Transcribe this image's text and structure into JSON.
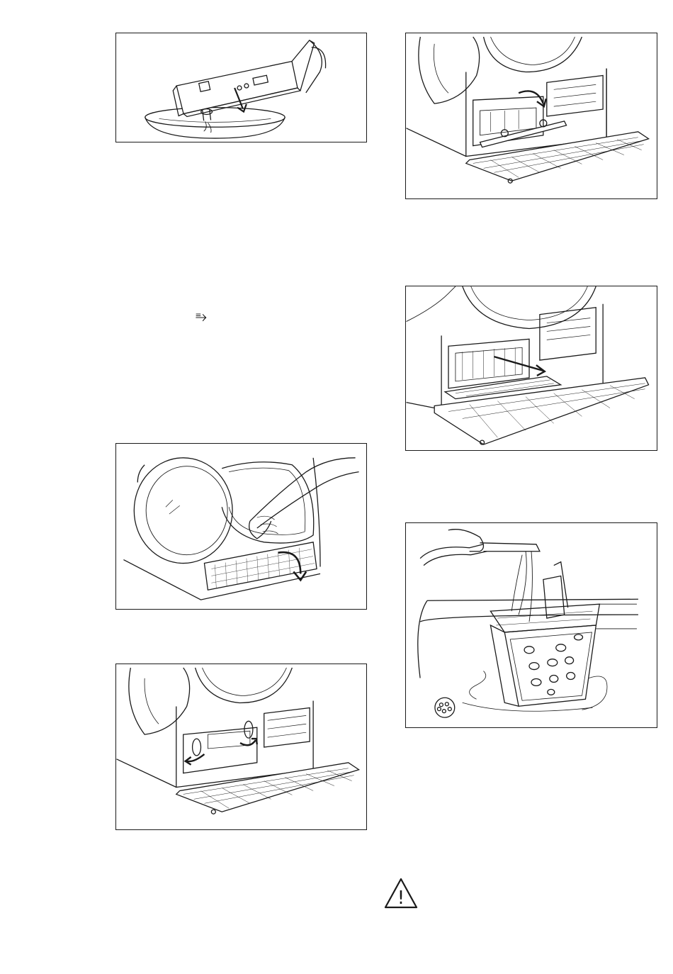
{
  "page": {
    "symbols": {
      "flow_symbol": "⥱",
      "warning": "!"
    },
    "figures": [
      {
        "id": "fig-empty-water-container",
        "icon": "water-container-illustration"
      },
      {
        "id": "fig-open-heat-exchanger-cover",
        "icon": "heat-exchanger-cover-illustration"
      },
      {
        "id": "fig-remove-filter",
        "icon": "filter-removal-illustration"
      },
      {
        "id": "fig-open-door",
        "icon": "door-open-illustration"
      },
      {
        "id": "fig-clean-filter",
        "icon": "filter-rinse-illustration"
      },
      {
        "id": "fig-unlock-levers",
        "icon": "locking-levers-illustration"
      }
    ]
  }
}
